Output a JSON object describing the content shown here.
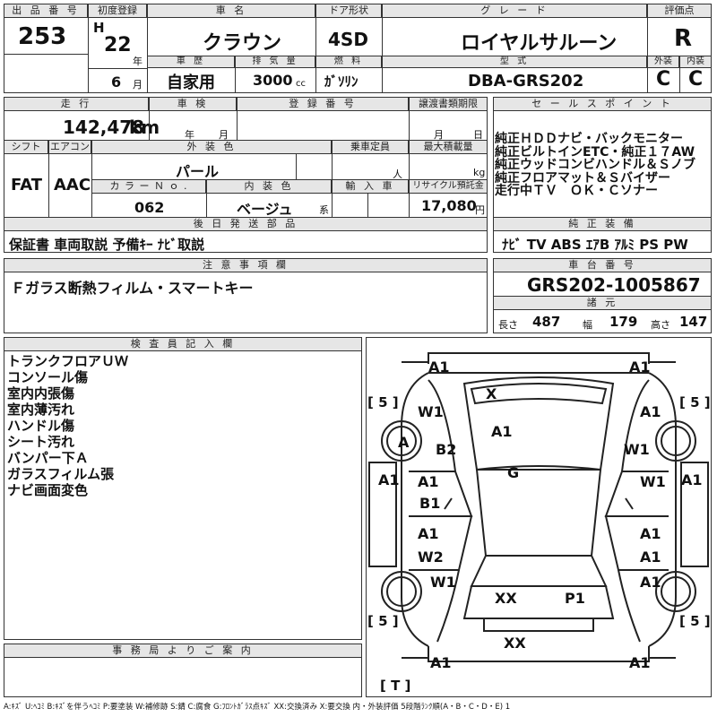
{
  "top": {
    "lot_label": "出 品 番 号",
    "lot_no": "253",
    "first_reg_label": "初度登録",
    "era": "H",
    "year": "22",
    "year_unit": "年",
    "month": "6",
    "month_unit": "月",
    "car_name_label": "車 名",
    "car_name": "クラウン",
    "door_label": "ドア形状",
    "door": "4SD",
    "grade_label": "グ レ ー ド",
    "grade": "ロイヤルサルーン",
    "score_label": "評価点",
    "score": "R",
    "history_label": "車 歴",
    "history": "自家用",
    "displacement_label": "排 気 量",
    "displacement": "3000",
    "displacement_unit": "cc",
    "fuel_label": "燃 料",
    "fuel": "ｶﾞｿﾘﾝ",
    "model_label": "型 式",
    "model": "DBA-GRS202",
    "exterior_label": "外装",
    "exterior": "C",
    "interior_label": "内装",
    "interior": "C"
  },
  "mid": {
    "mileage_label": "走 行",
    "mileage": "142,478",
    "mileage_unit": "km",
    "inspection_label": "車 検",
    "inspection_year_unit": "年",
    "inspection_month_unit": "月",
    "reg_no_label": "登 録 番 号",
    "transfer_label": "譲渡書類期限",
    "transfer_month_unit": "月",
    "transfer_day_unit": "日",
    "shift_label": "シフト",
    "shift": "FAT",
    "ac_label": "エアコン",
    "ac": "AAC",
    "color_label": "外 装 色",
    "color": "パール",
    "capacity_label": "乗車定員",
    "capacity_unit": "人",
    "load_label": "最大積載量",
    "load_unit": "kg",
    "color_no_label": "カ ラ ー Ｎ ｏ .",
    "color_no": "062",
    "interior_color_label": "内 装 色",
    "interior_color": "ベージュ",
    "interior_color_unit": "系",
    "import_label": "輸 入 車",
    "recycle_label": "リサイクル預託金",
    "recycle": "17,080",
    "recycle_unit": "円",
    "later_items_label": "後 日 発 送 部 品",
    "later_items": "保証書 車両取説 予備ｷｰ ﾅﾋﾞ取説"
  },
  "sales": {
    "label": "セ ー ル ス ポ イ ン ト",
    "lines": [
      "純正ＨＤＤナビ・バックモニター",
      "純正ビルトインETC・純正１７AW",
      "純正ウッドコンビハンドル＆Ｓノブ",
      "純正フロアマット＆Ｓバイザー",
      "走行中ＴＶ　ＯＫ・Ｃソナー"
    ],
    "equipment_label": "純 正 装 備",
    "equipment": "ﾅﾋﾞ TV ABS ｴｱB ｱﾙﾐ PS PW"
  },
  "caution": {
    "label": "注 意 事 項 欄",
    "text": "Ｆガラス断熱フィルム・スマートキー"
  },
  "chassis": {
    "label": "車 台 番 号",
    "number": "GRS202-1005867",
    "spec_label": "諸 元",
    "length_label": "長さ",
    "length": "487",
    "width_label": "幅",
    "width": "179",
    "height_label": "高さ",
    "height": "147"
  },
  "inspector": {
    "label": "検 査 員 記 入 欄",
    "lines": [
      "トランクフロアＵＷ",
      "コンソール傷",
      "室内内張傷",
      "室内薄汚れ",
      "ハンドル傷",
      "シート汚れ",
      "バンパー下Ａ",
      "ガラスフィルム張",
      "ナビ画面変色"
    ]
  },
  "office": {
    "label": "事 務 局 よ り ご 案 内"
  },
  "diagram": {
    "marks": [
      "A1",
      "A1",
      "X",
      "A1",
      "W1",
      "A1",
      "A",
      "B2",
      "W1",
      "A1",
      "G",
      "A1",
      "A1",
      "W1",
      "B1",
      "A1",
      "A1",
      "W2",
      "A1",
      "W1",
      "A1",
      "XX",
      "P1",
      "XX",
      "A1",
      "A1"
    ],
    "tire_left_front": "5",
    "tire_right_front": "5",
    "tire_left_rear": "5",
    "tire_right_rear": "5",
    "spare": "T"
  },
  "legend": "A:ｷｽﾞ U:ﾍｺﾐ B:ｷｽﾞを伴うﾍｺﾐ P:要塗装 W:補修跡 S:錆 C:腐食 G:ﾌﾛﾝﾄｶﾞﾗｽ点ｷｽﾞ XX:交換済み X:要交換 内・外装評価 5段階ﾗﾝｸ順(A・B・C・D・E) 1"
}
